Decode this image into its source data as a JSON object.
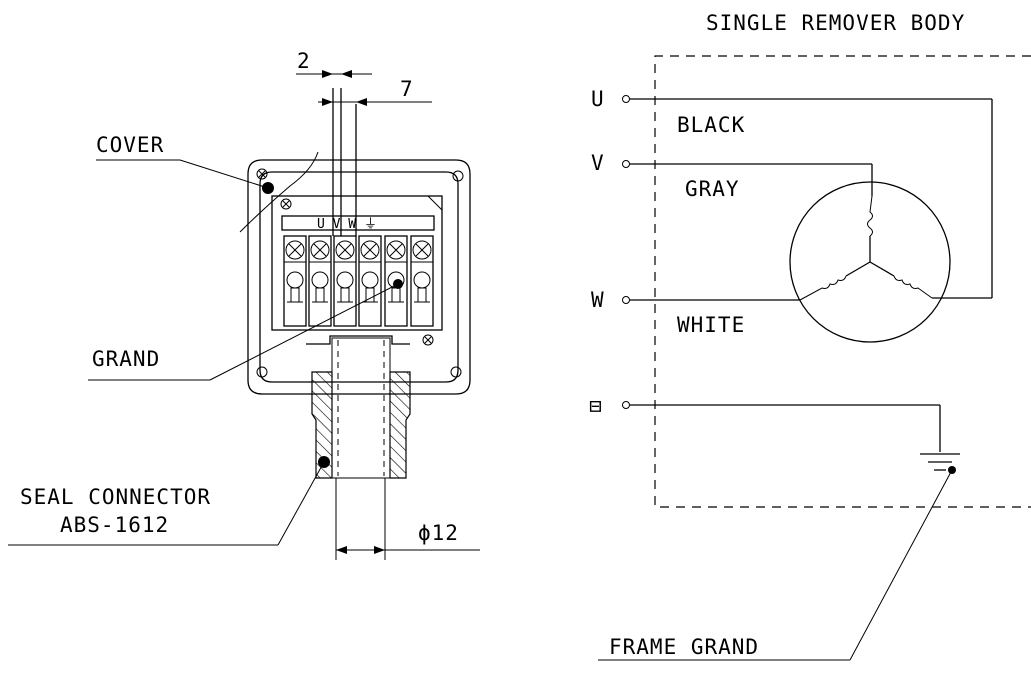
{
  "left": {
    "cover": "COVER",
    "grand": "GRAND",
    "seal_1": "SEAL CONNECTOR",
    "seal_2": "ABS-1612",
    "dim_2": "2",
    "dim_7": "7",
    "dim_phi": "ϕ12",
    "terminal_strip": "U V W ⏚"
  },
  "right": {
    "title": "SINGLE REMOVER BODY",
    "u": "U",
    "v": "V",
    "w": "W",
    "e": "⊟",
    "black": "BLACK",
    "gray": "GRAY",
    "white": "WHITE",
    "frame": "FRAME GRAND"
  }
}
